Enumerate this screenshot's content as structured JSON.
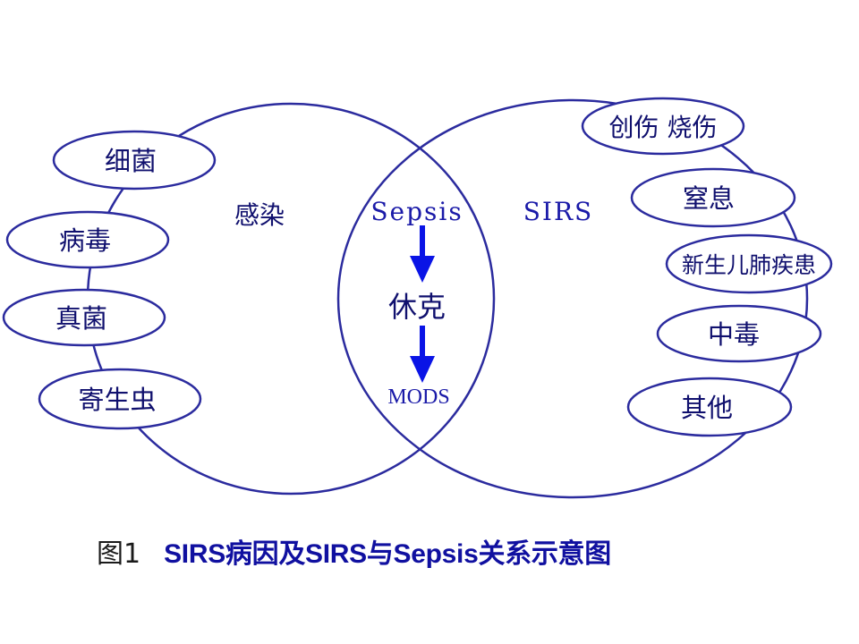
{
  "colors": {
    "stroke": "#2b2b9e",
    "arrow": "#0a14e6",
    "text_dark": "#10106e",
    "text_blue": "#1a1aa8",
    "caption": "#1010a0"
  },
  "left_circle": {
    "label": "感染"
  },
  "right_circle": {
    "label": "SIRS"
  },
  "overlap": {
    "top_label": "Sepsis",
    "middle_label": "休克",
    "bottom_label": "MODS"
  },
  "left_causes": [
    "细菌",
    "病毒",
    "真菌",
    "寄生虫"
  ],
  "right_causes": [
    "创伤 烧伤",
    "窒息",
    "新生儿肺疾患",
    "中毒",
    "其他"
  ],
  "caption": {
    "figure_number": "图1",
    "text": "SIRS病因及SIRS与Sepsis关系示意图"
  }
}
